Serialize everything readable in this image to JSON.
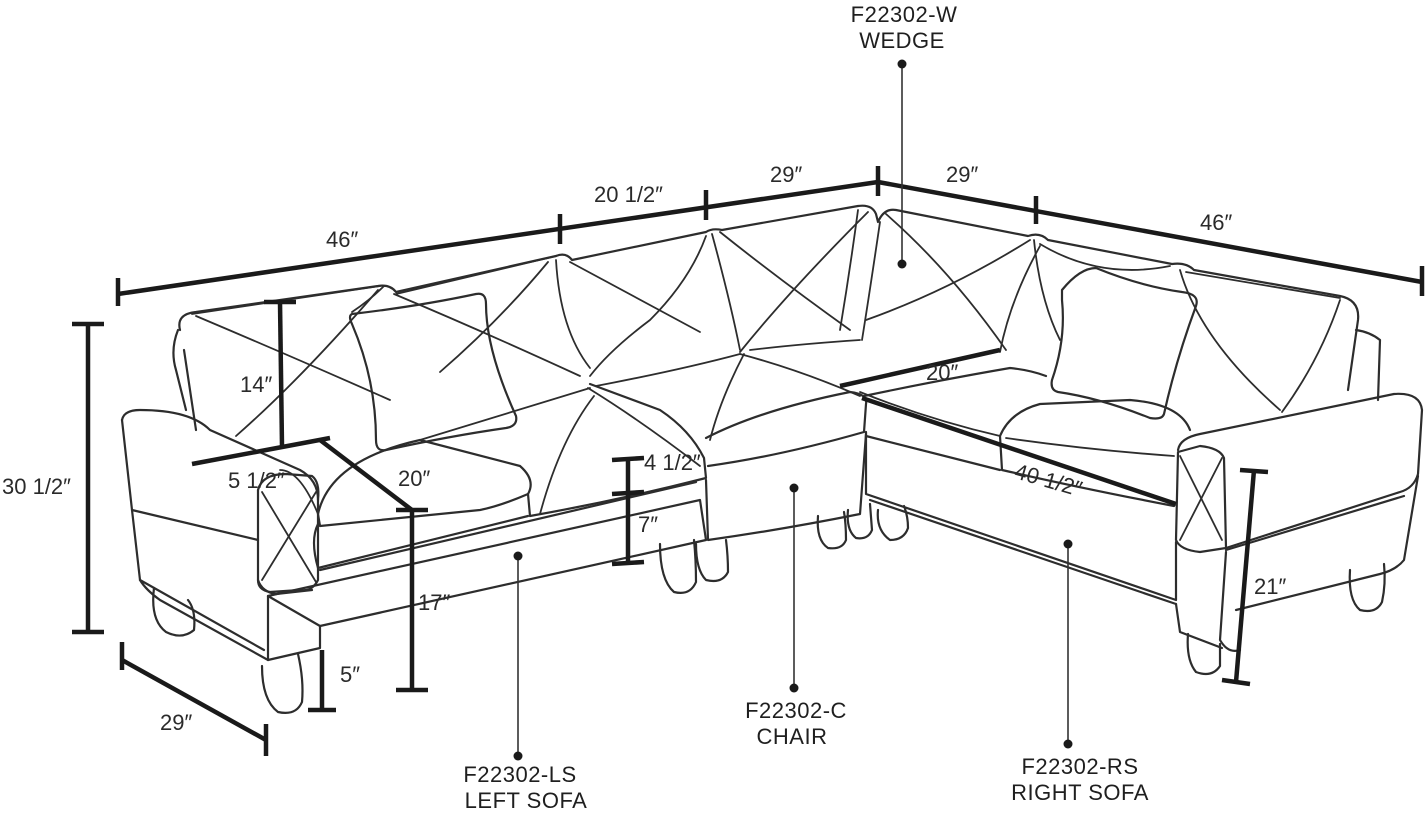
{
  "dimensions": {
    "left_width": "46″",
    "mid_width": "20 1/2″",
    "chair_width_left": "29″",
    "chair_width_right": "29″",
    "right_width": "46″",
    "back_height": "14″",
    "total_height": "30 1/2″",
    "arm_width": "5 1/2″",
    "seat_depth_left": "20″",
    "seat_depth_right": "20″",
    "cushion_thickness": "4 1/2″",
    "base_height": "7″",
    "seat_height": "17″",
    "leg_height": "5″",
    "overall_depth": "29″",
    "right_seat_length": "40 1/2″",
    "arm_height": "21″"
  },
  "labels": {
    "wedge_code": "F22302-W",
    "wedge_name": "WEDGE",
    "chair_code": "F22302-C",
    "chair_name": "CHAIR",
    "left_code": "F22302-LS",
    "left_name": "LEFT SOFA",
    "right_code": "F22302-RS",
    "right_name": "RIGHT SOFA"
  }
}
